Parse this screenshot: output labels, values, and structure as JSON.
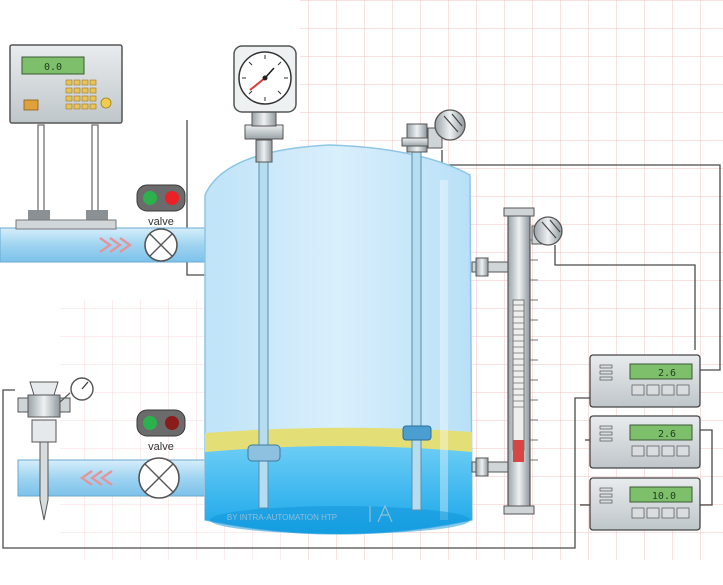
{
  "flow_meter": {
    "display": "0.0"
  },
  "valves": [
    {
      "label": "valve",
      "position": "top"
    },
    {
      "label": "valve",
      "position": "bottom"
    }
  ],
  "indicators": [
    {
      "display": "2.6"
    },
    {
      "display": "2.6"
    },
    {
      "display": "10.0"
    }
  ],
  "watermark": "BY INTRA-AUTOMATION HTP",
  "colors": {
    "pipe": "#a9d8f2",
    "liquid": "#35b6ef",
    "oil_layer": "#e3df76",
    "tank_glass": "#c9e7fa",
    "grid": "#f0b8b8",
    "signal_line": "#555555",
    "green_light": "#2bb24c",
    "red_light": "#ec2027",
    "dark_red_light": "#8a1c1c"
  },
  "icons": [
    "pressure-gauge-icon",
    "level-sensor-icon",
    "flow-meter-icon",
    "control-valve-icon"
  ]
}
